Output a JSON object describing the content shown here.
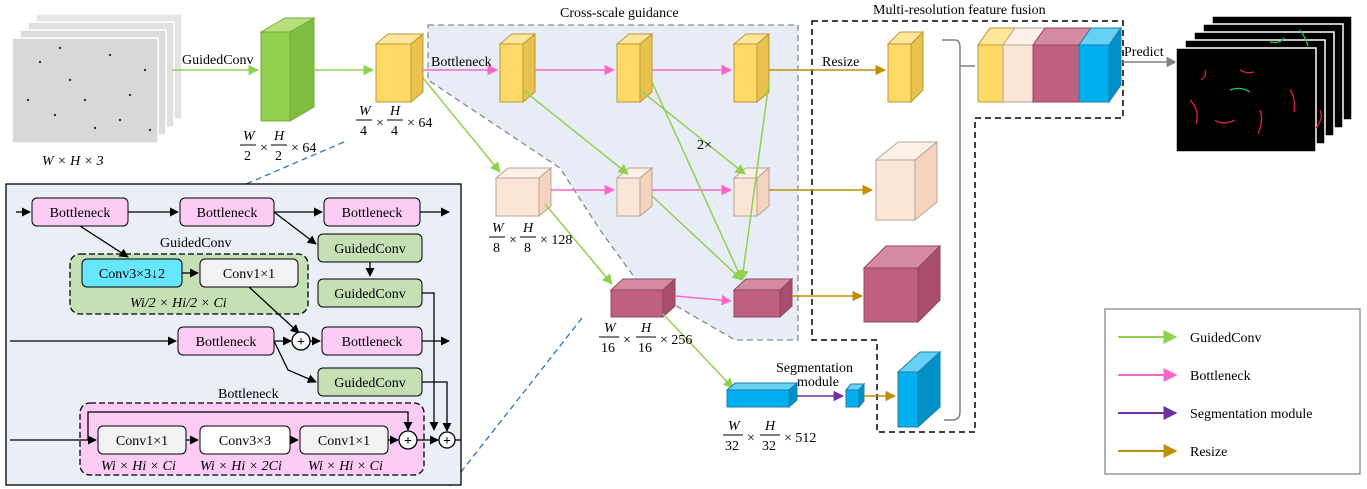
{
  "labels": {
    "input_dims": "W × H × 3",
    "guidedconv_top": "GuidedConv",
    "cross_scale_title": "Cross-scale guidance",
    "mrff_title": "Multi-resolution feature fusion",
    "bottleneck_top": "Bottleneck",
    "resize_top": "Resize",
    "predict": "Predict",
    "two_x": "2×",
    "seg_module_line1": "Segmentation",
    "seg_module_line2": "module"
  },
  "dims": {
    "d1": {
      "w": "W",
      "h": "H",
      "den": "2",
      "c": "× 64"
    },
    "d2": {
      "w": "W",
      "h": "H",
      "den": "4",
      "c": "× 64"
    },
    "d3": {
      "w": "W",
      "h": "H",
      "den": "8",
      "c": "× 128"
    },
    "d4": {
      "w": "W",
      "h": "H",
      "den": "16",
      "c": "× 256"
    },
    "d5": {
      "w": "W",
      "h": "H",
      "den": "32",
      "c": "× 512"
    }
  },
  "inset": {
    "bottleneck": "Bottleneck",
    "guidedconv": "GuidedConv",
    "guidedconv_group": "GuidedConv",
    "bottleneck_group": "Bottleneck",
    "conv3_stride": "Conv3×3↓2",
    "conv1": "Conv1×1",
    "conv3": "Conv3×3",
    "gc_dims": "Wi/2 × Hi/2 × Ci",
    "bn_dim1": "Wi × Hi × Ci",
    "bn_dim2": "Wi × Hi × 2Ci",
    "bn_dim3": "Wi × Hi × Ci",
    "plus": "+"
  },
  "legend": [
    {
      "label": "GuidedConv",
      "color": "#92D050"
    },
    {
      "label": "Bottleneck",
      "color": "#FF66CC"
    },
    {
      "label": "Segmentation module",
      "color": "#7030A0"
    },
    {
      "label": "Resize",
      "color": "#BF8F00"
    }
  ],
  "colors": {
    "yellow": "#FFD966",
    "peach": "#FBE5D6",
    "mauve": "#C0607F",
    "blue": "#00B0F0",
    "green_block": "#92D050",
    "inset_bg": "#E9EEF7",
    "bottleneck_fill": "#FCCCF6",
    "guidedconv_fill": "#C5E0B4",
    "conv_cyan": "#66E6FF"
  }
}
